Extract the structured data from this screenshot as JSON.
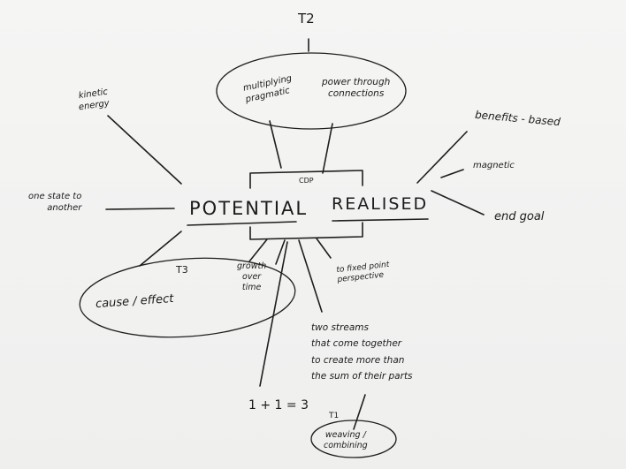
{
  "title": "T2",
  "center": {
    "left_word": "POTENTIAL",
    "right_word": "REALISED",
    "bracket_label": "CDP"
  },
  "t2": {
    "label": "T2",
    "item1": "multiplying\npragmatic",
    "item2": "power through\nconnections"
  },
  "t3": {
    "label": "T3",
    "cause": "cause / effect",
    "growth": "growth\nover\ntime"
  },
  "t1": {
    "label": "T1",
    "item": "weaving /\ncombining"
  },
  "branches": {
    "kinetic": "kinetic\nenergy",
    "one_state": "one state to\nanother",
    "benefits": "benefits - based",
    "magnetic": "magnetic",
    "end_goal": "end goal",
    "fixed_point": "to fixed point\nperspective",
    "two_streams": "two streams\nthat come together\nto create more than\nthe sum of their parts",
    "equation": "1 + 1 = 3"
  }
}
